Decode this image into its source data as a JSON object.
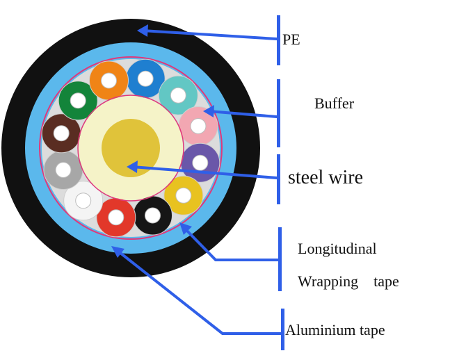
{
  "labels": {
    "pe": "PE",
    "buffer": "Buffer",
    "steel_wire": "steel wire",
    "longitudinal": "Longitudinal",
    "wrapping_tape": "Wrapping    tape",
    "aluminium_tape": "Aluminium tape"
  },
  "colors": {
    "sheath": "#111111",
    "aluminium_tape": "#5bb8ec",
    "wrapping_tape_line": "#e0397a",
    "filler": "#dcdcdc",
    "strength_member_outer": "#f5f3c8",
    "steel_wire": "#e0c33a",
    "leader": "#2f5fe8",
    "divider": "#2f5fe8"
  },
  "buffer_tube_colors": [
    {
      "name": "blue-tube",
      "color": "#1f7fd0"
    },
    {
      "name": "aqua-tube",
      "color": "#62c7c4"
    },
    {
      "name": "rose-tube",
      "color": "#f2a7b2"
    },
    {
      "name": "violet-tube",
      "color": "#6a57a9"
    },
    {
      "name": "yellow-tube",
      "color": "#e8c220"
    },
    {
      "name": "black-tube",
      "color": "#161616"
    },
    {
      "name": "red-tube",
      "color": "#e2382a"
    },
    {
      "name": "white-tube",
      "color": "#f4f4f4"
    },
    {
      "name": "slate-tube",
      "color": "#a7a7a7"
    },
    {
      "name": "brown-tube",
      "color": "#5a2d22"
    },
    {
      "name": "green-tube",
      "color": "#13843a"
    },
    {
      "name": "orange-tube",
      "color": "#f08416"
    }
  ]
}
